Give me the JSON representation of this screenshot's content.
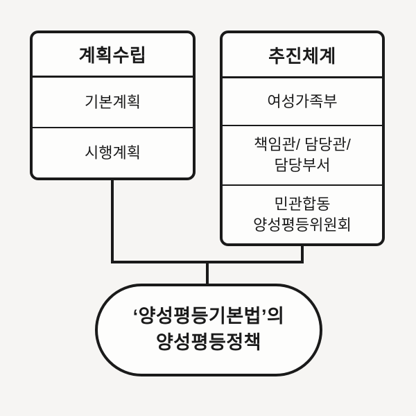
{
  "colors": {
    "background": "#f6f5f3",
    "box_fill": "#fdfdfc",
    "line": "#1a1a1a",
    "text": "#1a1a1a"
  },
  "plan_box": {
    "title": "계획수립",
    "rows": [
      "기본계획",
      "시행계획"
    ]
  },
  "system_box": {
    "title": "추진체계",
    "rows": [
      "여성가족부",
      "책임관/ 담당관/\n담당부서",
      "민관합동\n양성평등위원회"
    ]
  },
  "policy_pill": {
    "label": "‘양성평등기본법’의\n양성평등정책"
  }
}
